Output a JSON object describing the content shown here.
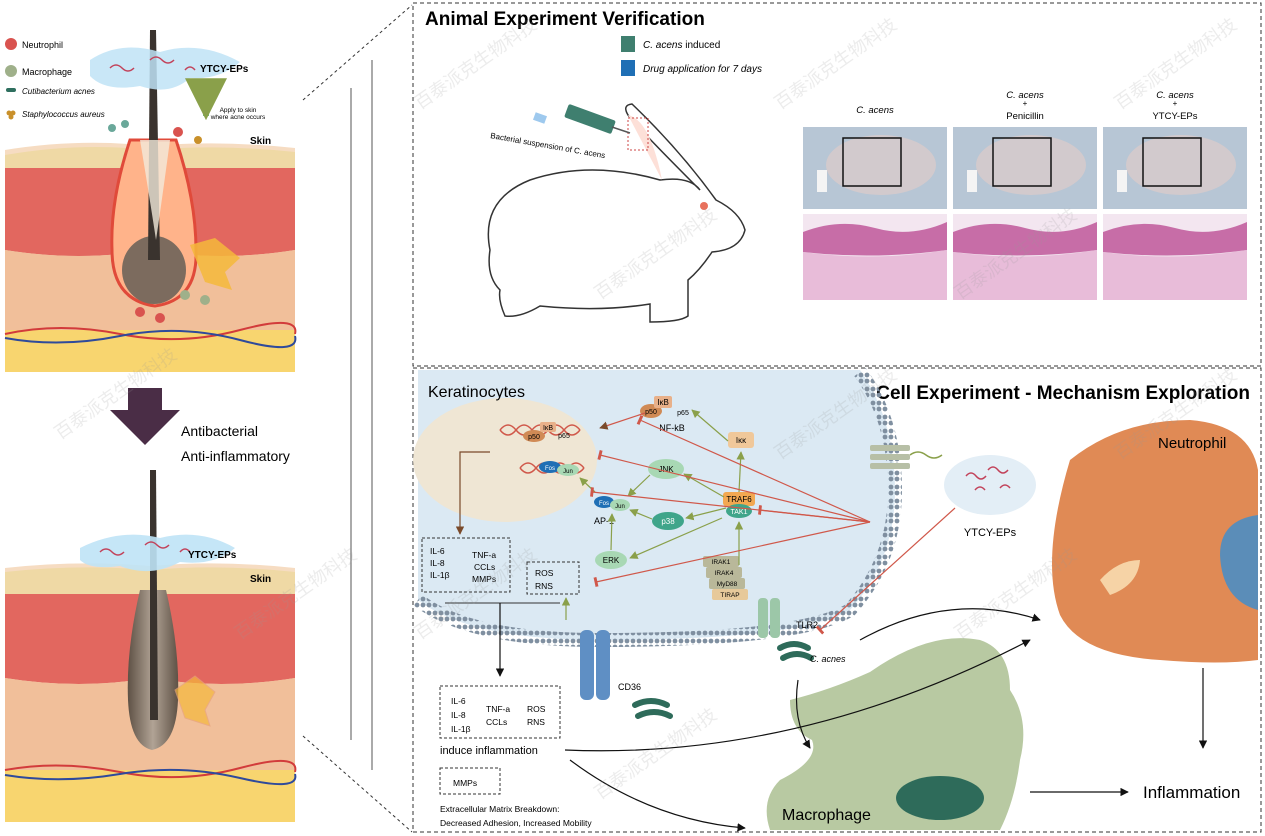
{
  "left_panel": {
    "legend": {
      "neutrophil": "Neutrophil",
      "macrophage": "Macrophage",
      "c_acnes": "Cutibacterium acnes",
      "s_aureus": "Staphylococcus aureus"
    },
    "top_skin": {
      "ytcy_label": "YTCY-EPs",
      "apply_note_line1": "Apply to skin",
      "apply_note_line2": "where acne occurs",
      "skin_label": "Skin"
    },
    "arrow_text_line1": "Antibacterial",
    "arrow_text_line2": "Anti-inflammatory",
    "bottom_skin": {
      "ytcy_label": "YTCY-EPs",
      "skin_label": "Skin"
    }
  },
  "animal": {
    "title": "Animal Experiment Verification",
    "legend": [
      {
        "label_italic": "C. acens",
        "label_rest": " induced",
        "color": "#3f7f6f"
      },
      {
        "label_italic": "Drug application for 7 days",
        "label_rest": "",
        "color": "#1f6fb5"
      }
    ],
    "syringe_label": "Bacterial suspension of C. acens",
    "columns": [
      {
        "line1": "C. acens",
        "line2": "",
        "line3": ""
      },
      {
        "line1": "C. acens",
        "line2": "+",
        "line3": "Penicillin"
      },
      {
        "line1": "C. acens",
        "line2": "+",
        "line3": "YTCY-EPs"
      }
    ]
  },
  "cell": {
    "title": "Cell Experiment - Mechanism Exploration",
    "keratinocytes": "Keratinocytes",
    "nfkb": {
      "p50": "p50",
      "ikb": "IκB",
      "p65": "p65",
      "label": "NF-kB"
    },
    "nucleus_complex": {
      "p50": "p50",
      "ikb": "IκB",
      "p65": "p65",
      "fos": "Fos",
      "jun": "Jun"
    },
    "ikk": "Iκκ",
    "jnk": "JNK",
    "traf6": "TRAF6",
    "tak1": "TAK1",
    "p38": "p38",
    "ap1": "AP-1",
    "ap1_fos": "Fos",
    "ap1_jun": "Jun",
    "erk": "ERK",
    "adaptors": [
      "IRAK1",
      "IRAK4",
      "MyD88",
      "TIRAP"
    ],
    "tlr2": "TLR2",
    "c_acnes": "C. acnes",
    "cd36": "CD36",
    "ytcy": "YTCY-EPs",
    "cyto_box": {
      "il6": "IL-6",
      "il8": "IL-8",
      "il1b": "IL-1β",
      "tnfa": "TNF-a",
      "ccls": "CCLs",
      "mmps": "MMPs"
    },
    "ros_box": {
      "ros": "ROS",
      "rns": "RNS"
    },
    "outside_box": {
      "il6": "IL-6",
      "il8": "IL-8",
      "il1b": "IL-1β",
      "tnfa": "TNF-a",
      "ccls": "CCLs",
      "ros": "ROS",
      "rns": "RNS"
    },
    "induce": "induce inflammation",
    "mmps": "MMPs",
    "ecm_line1": "Extracellular Matrix Breakdown:",
    "ecm_line2": "Decreased Adhesion, Increased Mobility",
    "neutrophil": "Neutrophil",
    "macrophage": "Macrophage",
    "inflammation": "Inflammation"
  },
  "watermark": "百泰派克生物科技",
  "colors": {
    "dark_arrow": "#4a2d46",
    "inhibit": "#d0584a",
    "green_arrow": "#8aa04a",
    "neutrophil": "#e08a55",
    "macrophage": "#b8c9a2",
    "cell_fill": "#dbe9f3",
    "nucleus_fill": "#efe6d4"
  }
}
